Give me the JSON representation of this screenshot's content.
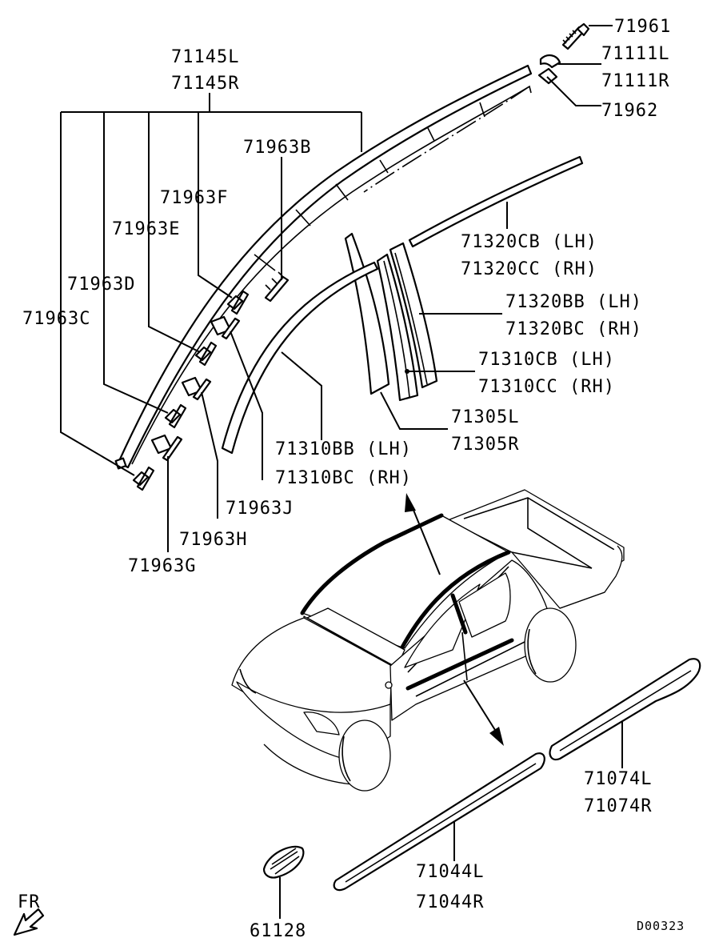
{
  "labels": {
    "p71961": "71961",
    "p71111L": "71111L",
    "p71111R": "71111R",
    "p71962": "71962",
    "p71145L": "71145L",
    "p71145R": "71145R",
    "p71963B": "71963B",
    "p71963F": "71963F",
    "p71963E": "71963E",
    "p71963D": "71963D",
    "p71963C": "71963C",
    "p71320CB": "71320CB (LH)",
    "p71320CC": "71320CC (RH)",
    "p71320BB": "71320BB (LH)",
    "p71320BC": "71320BC (RH)",
    "p71310CB": "71310CB (LH)",
    "p71310CC": "71310CC (RH)",
    "p71305L": "71305L",
    "p71305R": "71305R",
    "p71310BB": "71310BB (LH)",
    "p71310BC": "71310BC (RH)",
    "p71963J": "71963J",
    "p71963H": "71963H",
    "p71963G": "71963G",
    "p71074L": "71074L",
    "p71074R": "71074R",
    "p71044L": "71044L",
    "p71044R": "71044R",
    "p61128": "61128",
    "fr": "FR",
    "diagram_code": "D00323"
  }
}
